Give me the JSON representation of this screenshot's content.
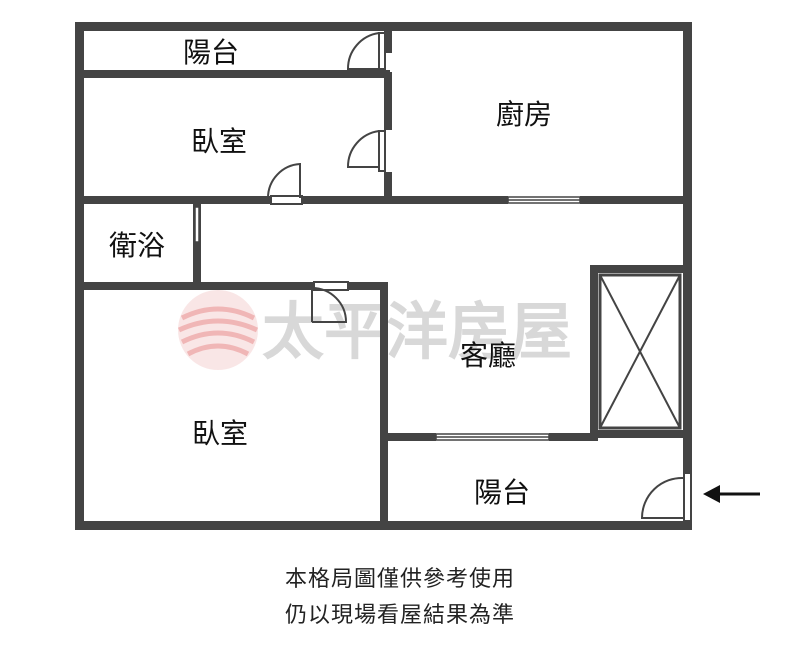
{
  "rooms": {
    "balcony_top": "陽台",
    "bedroom_top": "臥室",
    "kitchen": "廚房",
    "bathroom": "衛浴",
    "living_room": "客廳",
    "bedroom_bottom": "臥室",
    "balcony_bottom": "陽台"
  },
  "watermark": "太平洋房屋",
  "disclaimer": {
    "line1": "本格局圖僅供參考使用",
    "line2": "仍以現場看屋結果為準"
  },
  "colors": {
    "wall": "#444444",
    "watermark_logo": "#e06060"
  },
  "icons": {
    "entrance": "entrance-arrow-icon",
    "door": "door-swing-icon",
    "window": "window-icon",
    "stairwell": "stairwell-cross-icon",
    "logo": "logo-circle-icon"
  }
}
